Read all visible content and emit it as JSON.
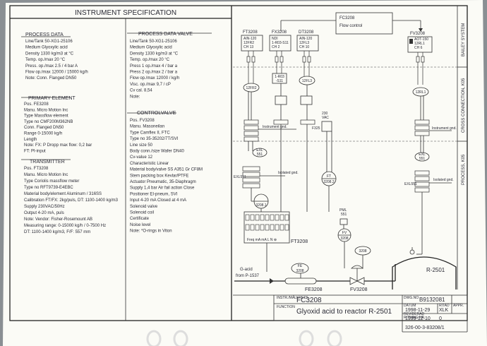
{
  "title": "INSTRUMENT SPECIFICATION",
  "process_data": {
    "title": "PROCESS DATA",
    "lines": [
      "Line/Tank  50-XG1-25106",
      "Medium    Glyoxylic acid",
      "Density    1330 kg/m3          at        °C",
      "Temp. op./max  20  °C",
      "Press. op./max  2.5 / 4   bar A",
      "Flow op./max    12000 / 15000 kg/h",
      "Note:  Conn. Flanged DN50"
    ]
  },
  "primary_element": {
    "title": "PRIMARY ELEMENT",
    "lines": [
      "Pos.      FE3208",
      "Manu.    Micro Motion Inc",
      "Type     Massflow element",
      "Type no  CMF200M362NB",
      "Conn.    Flanged DN50",
      "Range    0-15000 kg/h",
      "Length",
      "Note:    FX: P Dropp max flow: 0,2 bar",
      "            FT: PI-input"
    ]
  },
  "transmitter": {
    "title": "TRANSMITTER",
    "lines": [
      "Pos.      FT3208",
      "Manu.    Micro Motion Inc",
      "Type     Coriolis massflow meter",
      "Type no  RFT9739-E4EBC",
      "Material body/element Aluminum / 316SS",
      "Calibration FT/FX: 2kg/puls, DT: 1100-1400 kg/m3",
      "Supply 230VAC/50Hz",
      "Output 4-20 mA, puls",
      "Note:  Vendor: Fisher-Rosemount AB",
      "          Measuring range: 0-15000 kg/h / 0-7500 Hz",
      "          DT: 1100-1400 kg/m3, F/F: 557 mm"
    ]
  },
  "process_data_valve": {
    "title": "PROCESS DATA VALVE",
    "lines": [
      "Line/Tank  50-XG1-25106",
      "Medium     Glyoxylic acid",
      "Density     1330 kg/m3          at        °C",
      "Temp. op./max  20  °C",
      "Press 1 op./max  4 /    bar a",
      "Press 2 op./max  2 /  bar  a",
      "Flow op./max     12000 /   kg/h",
      "Visc. op./max     9,7 /     cP",
      "Cv cal.            8,54",
      "Note:"
    ]
  },
  "control_valve": {
    "title": "CONTROLVALVE",
    "lines": [
      "Pos.      FV3208",
      "Manu.    Masoneilan",
      "Type      Camflex II, FTC",
      "Type no   35-35202/7T/SVI",
      "Line size  50",
      "Body conn./size Wafer DN40",
      "Cv-value  12",
      "Characteristic Linear",
      "Material body/valve SS A351 Gr CF8M",
      "Stem packing box  Kevlar/PTFE",
      "Actuator  Pneumatic, 35-Diaphragm",
      "Supply       1,4  bar              Air fail action Close",
      "Positioner  EI-pneum, SVI",
      "Input        4-20 mA                 Closed at  4 mA",
      "Solenoid valve",
      "Solenoid coil",
      "Certificate",
      "Noise level",
      "Note:  *O-rings in Viton"
    ]
  },
  "diagram": {
    "fc_box": [
      "FC3208",
      "Flow control"
    ],
    "bus_labels": [
      "FT3208",
      "FX3208",
      "DT3208",
      "FV3208"
    ],
    "card_ft": [
      "AIN-120",
      "12FR2",
      "CH 13"
    ],
    "card_fx": [
      "NDI",
      "1-R03-S11",
      "CH 2"
    ],
    "card_dt": [
      "AIN-120",
      "12FL3",
      "CH 10"
    ],
    "card_fv": [
      "AOT-150",
      "12RL1",
      "CH 6"
    ],
    "tag_12fr2": "12FR2",
    "tag_rel": [
      "1-R03",
      "-S11"
    ],
    "tag_12fl3": "12FL3",
    "tag_12rl1": "12RL1",
    "relay": [
      "230",
      "VAC"
    ],
    "f325": "F325",
    "instrument_gnd": "Instrument gnd.",
    "isolated_gnd": "Isolated gnd.",
    "exl_left": [
      "EXL",
      "551"
    ],
    "exl_right": [
      "EXL",
      "551"
    ],
    "exl551": "EXL551",
    "ft_circle": [
      "FT",
      "3208.2"
    ],
    "circle_3208_1": "3208.1",
    "ft3208": "FT3208",
    "terminal_caption": "Freq   mA   mA   L   N  ⊕",
    "pml": [
      "PML",
      "551"
    ],
    "fv_circle": [
      "FV",
      "3208"
    ],
    "fe_circle": [
      "FE",
      "3208"
    ],
    "fe_circle2": "3208",
    "g_acid": [
      "G-acid",
      "from P-1537"
    ],
    "fe3208": "FE3208",
    "fv3208": "FV3208",
    "tank": "R-2501",
    "side_labels": [
      "BAILEY SYSTEM",
      "CROSS CONNECTION, K05",
      "PROCESS, K05"
    ]
  },
  "title_block": {
    "dwg_no": "B9132081",
    "drawn_date": "1998-11-29",
    "drawn_by": "XLK",
    "revised_date": "1999-12-10",
    "revised_no": "0",
    "drawing_no": "326-00-3-83208/1",
    "instrument": "FC3208",
    "function": "Glyoxid acid to reactor R-2501",
    "small_labels": [
      "INSTR./MÄLKRETS",
      "FUNCTION",
      "DWG.NO",
      "DATUM",
      "RITAD",
      "REVIDERAD",
      "APPR.",
      "RITNING NR"
    ]
  },
  "colors": {
    "paper": "#fbfbf6",
    "ink": "#2a2a35",
    "background": "#8a8f93"
  },
  "icons": [
    "binder-ring-icon",
    "control-valve-icon",
    "flowmeter-icon",
    "tank-icon"
  ]
}
